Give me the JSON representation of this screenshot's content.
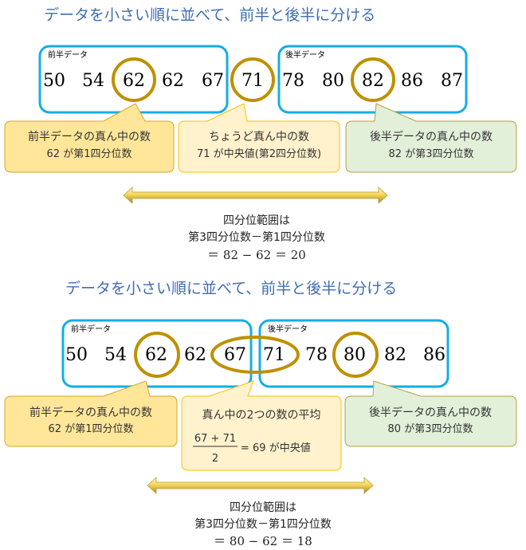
{
  "colors": {
    "title": "#3f6db3",
    "box_border": "#14aee5",
    "circle": "#bf9000",
    "callout_orange_fill": "#ffe699",
    "callout_orange_stroke": "#d6a81e",
    "callout_light_fill": "#fff2cc",
    "callout_light_stroke": "#ffc000",
    "callout_green_fill": "#e2efd9",
    "callout_green_stroke": "#b8a040",
    "arrow": "#f5d76e"
  },
  "section1": {
    "title": "データを小さい順に並べて、前半と後半に分ける",
    "lower_label": "前半データ",
    "upper_label": "後半データ",
    "lower_values": [
      "50",
      "54",
      "62",
      "62",
      "67"
    ],
    "median_value": "71",
    "upper_values": [
      "78",
      "80",
      "82",
      "86",
      "87"
    ],
    "callout_q1": {
      "line1": "前半データの真ん中の数",
      "line2": "62 が第1四分位数"
    },
    "callout_median": {
      "line1": "ちょうど真ん中の数",
      "line2": "71 が中央値(第2四分位数)"
    },
    "callout_q3": {
      "line1": "後半データの真ん中の数",
      "line2": "82 が第3四分位数"
    },
    "iqr": {
      "line1": "四分位範囲は",
      "line2": "第3四分位数－第1四分位数",
      "line3": "＝ 82 − 62 ＝ 20"
    }
  },
  "section2": {
    "title": "データを小さい順に並べて、前半と後半に分ける",
    "lower_label": "前半データ",
    "upper_label": "後半データ",
    "lower_values": [
      "50",
      "54",
      "62",
      "62",
      "67"
    ],
    "upper_values": [
      "71",
      "78",
      "80",
      "82",
      "86"
    ],
    "callout_q1": {
      "line1": "前半データの真ん中の数",
      "line2": "62 が第1四分位数"
    },
    "callout_median": {
      "line1": "真ん中の2つの数の平均",
      "numerator": "67 + 71",
      "denominator": "2",
      "result": "= 69 が中央値"
    },
    "callout_q3": {
      "line1": "後半データの真ん中の数",
      "line2": "80 が第3四分位数"
    },
    "iqr": {
      "line1": "四分位範囲は",
      "line2": "第3四分位数－第1四分位数",
      "line3": "＝ 80 − 62 ＝ 18"
    }
  }
}
